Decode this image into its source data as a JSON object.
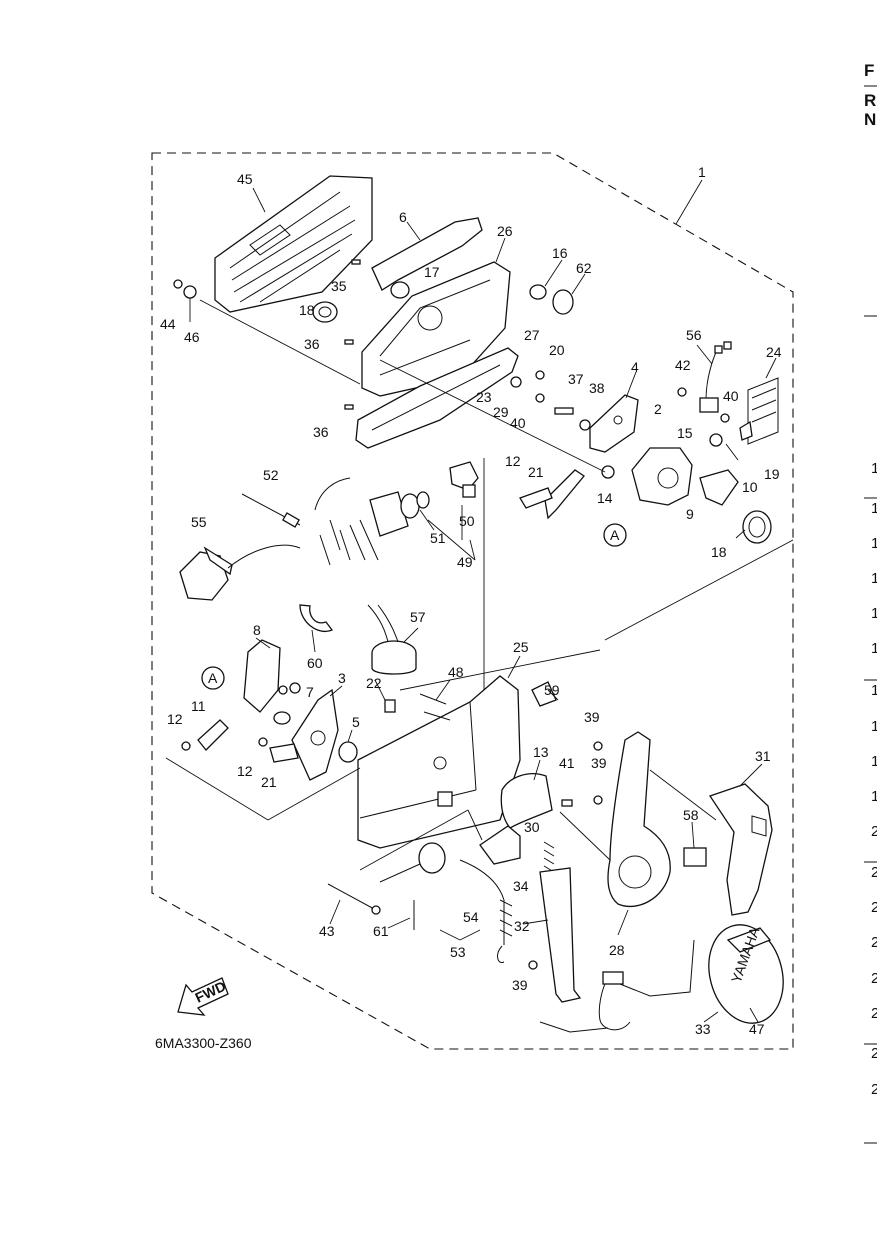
{
  "diagram_code": "6MA3300-Z360",
  "direction_arrow_label": "FWD",
  "callout_letter": "A",
  "brand_mark": "YAMAHA",
  "right_edge_letters": [
    "F",
    "R",
    "N"
  ],
  "right_edge_numbers": [
    "1",
    "1",
    "1",
    "1",
    "1",
    "1",
    "1",
    "1",
    "1",
    "1",
    "2",
    "2",
    "2",
    "2",
    "2",
    "2",
    "2",
    "2"
  ],
  "callouts": [
    {
      "id": "45",
      "text": "45"
    },
    {
      "id": "6",
      "text": "6"
    },
    {
      "id": "26",
      "text": "26"
    },
    {
      "id": "1",
      "text": "1"
    },
    {
      "id": "16",
      "text": "16"
    },
    {
      "id": "62",
      "text": "62"
    },
    {
      "id": "35",
      "text": "35"
    },
    {
      "id": "17",
      "text": "17"
    },
    {
      "id": "18a",
      "text": "18"
    },
    {
      "id": "44",
      "text": "44"
    },
    {
      "id": "46",
      "text": "46"
    },
    {
      "id": "36a",
      "text": "36"
    },
    {
      "id": "27",
      "text": "27"
    },
    {
      "id": "20",
      "text": "20"
    },
    {
      "id": "56",
      "text": "56"
    },
    {
      "id": "24",
      "text": "24"
    },
    {
      "id": "42",
      "text": "42"
    },
    {
      "id": "37",
      "text": "37"
    },
    {
      "id": "38",
      "text": "38"
    },
    {
      "id": "4",
      "text": "4"
    },
    {
      "id": "40a",
      "text": "40"
    },
    {
      "id": "23",
      "text": "23"
    },
    {
      "id": "29",
      "text": "29"
    },
    {
      "id": "40b",
      "text": "40"
    },
    {
      "id": "36b",
      "text": "36"
    },
    {
      "id": "2",
      "text": "2"
    },
    {
      "id": "15",
      "text": "15"
    },
    {
      "id": "19",
      "text": "19"
    },
    {
      "id": "12a",
      "text": "12"
    },
    {
      "id": "21a",
      "text": "21"
    },
    {
      "id": "14",
      "text": "14"
    },
    {
      "id": "10",
      "text": "10"
    },
    {
      "id": "9",
      "text": "9"
    },
    {
      "id": "52",
      "text": "52"
    },
    {
      "id": "50",
      "text": "50"
    },
    {
      "id": "55",
      "text": "55"
    },
    {
      "id": "51",
      "text": "51"
    },
    {
      "id": "49",
      "text": "49"
    },
    {
      "id": "18b",
      "text": "18"
    },
    {
      "id": "57",
      "text": "57"
    },
    {
      "id": "8",
      "text": "8"
    },
    {
      "id": "60",
      "text": "60"
    },
    {
      "id": "25",
      "text": "25"
    },
    {
      "id": "48",
      "text": "48"
    },
    {
      "id": "3",
      "text": "3"
    },
    {
      "id": "22",
      "text": "22"
    },
    {
      "id": "59",
      "text": "59"
    },
    {
      "id": "7",
      "text": "7"
    },
    {
      "id": "12b",
      "text": "12"
    },
    {
      "id": "11",
      "text": "11"
    },
    {
      "id": "5",
      "text": "5"
    },
    {
      "id": "39a",
      "text": "39"
    },
    {
      "id": "31",
      "text": "31"
    },
    {
      "id": "13",
      "text": "13"
    },
    {
      "id": "41",
      "text": "41"
    },
    {
      "id": "39b",
      "text": "39"
    },
    {
      "id": "12c",
      "text": "12"
    },
    {
      "id": "21b",
      "text": "21"
    },
    {
      "id": "30",
      "text": "30"
    },
    {
      "id": "58",
      "text": "58"
    },
    {
      "id": "34",
      "text": "34"
    },
    {
      "id": "54",
      "text": "54"
    },
    {
      "id": "32",
      "text": "32"
    },
    {
      "id": "28",
      "text": "28"
    },
    {
      "id": "43",
      "text": "43"
    },
    {
      "id": "61",
      "text": "61"
    },
    {
      "id": "53",
      "text": "53"
    },
    {
      "id": "39c",
      "text": "39"
    },
    {
      "id": "33",
      "text": "33"
    },
    {
      "id": "47",
      "text": "47"
    }
  ]
}
